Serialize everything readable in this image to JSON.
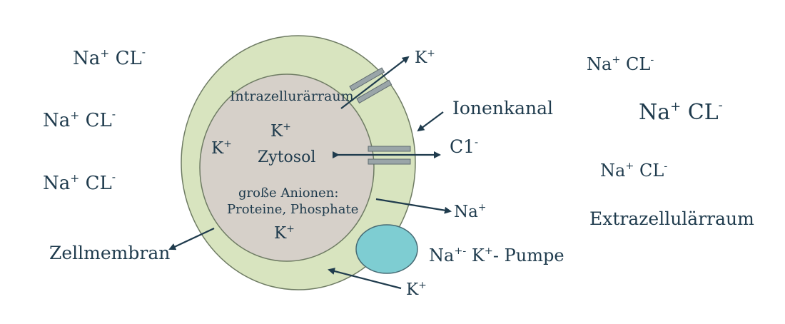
{
  "colors": {
    "membrane": "#d8e4bf",
    "membrane_stroke": "#6e7b63",
    "cytosol": "#d6d0c9",
    "cytosol_stroke": "#6e7b63",
    "pump": "#7ecdd2",
    "pump_stroke": "#476b74",
    "channel": "#9aa5a8",
    "channel_stroke": "#5f6b70",
    "text": "#1f3b4d"
  },
  "outside_ions": [
    {
      "base": "Na",
      "sup1": "+",
      "mid": " CL",
      "sup2": "-"
    },
    {
      "base": "Na",
      "sup1": "+",
      "mid": " CL",
      "sup2": "-"
    },
    {
      "base": "Na",
      "sup1": "+",
      "mid": " CL",
      "sup2": "-"
    },
    {
      "base": "Na",
      "sup1": "+",
      "mid": " CL",
      "sup2": "-"
    },
    {
      "base": "Na",
      "sup1": "+",
      "mid": " CL",
      "sup2": "-"
    },
    {
      "base": "Na",
      "sup1": "+",
      "mid": " CL",
      "sup2": "-"
    }
  ],
  "labels": {
    "intrazellularraum": "Intrazellurärraum",
    "k_center": "K",
    "k_left": "K",
    "k_bottom": "K",
    "plus": "+",
    "zytosol": "Zytosol",
    "anionen_line1": "große Anionen:",
    "anionen_line2": "Proteine, Phosphate",
    "k_top_out": "K",
    "ionenkanal": "Ionenkanal",
    "cl_out": "C1",
    "minus": "-",
    "na_out": "Na",
    "pump_na": "Na",
    "pump_sup": "+-",
    "pump_k": " K",
    "pump_ksup": "+",
    "pump_rest": "- Pumpe",
    "k_bottom_out": "K",
    "zellmembran": "Zellmembran",
    "extrazellularraum": "Extrazellulärraum"
  }
}
